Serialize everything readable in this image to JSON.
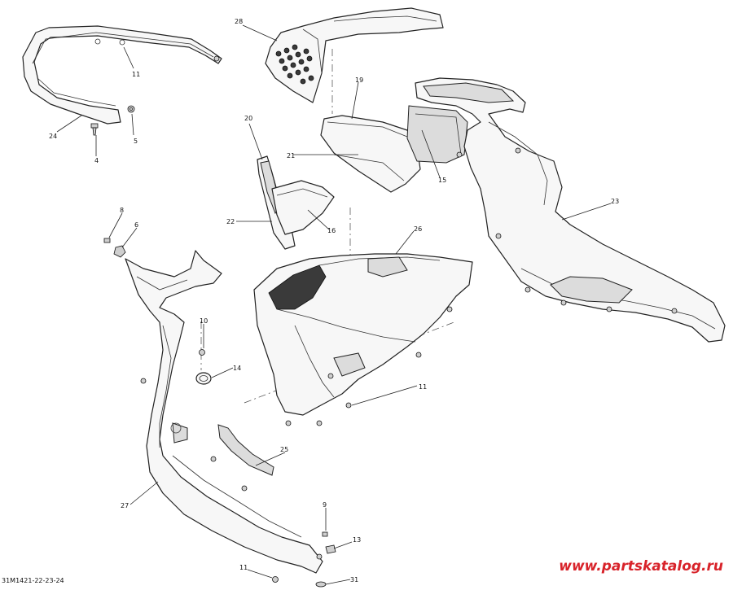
{
  "diagram": {
    "reference_code": "31M1421-22-23-24",
    "watermark": "www.partskatalog.ru",
    "watermark_color": "#d8232a",
    "callouts": {
      "c28": "28",
      "c11_top": "11",
      "c5": "5",
      "c4": "4",
      "c24": "24",
      "c19": "19",
      "c20": "20",
      "c21": "21",
      "c15": "15",
      "c22": "22",
      "c16": "16",
      "c23": "23",
      "c8": "8",
      "c6": "6",
      "c26": "26",
      "c10": "10",
      "c14": "14",
      "c11_mid": "11",
      "c25": "25",
      "c27": "27",
      "c9": "9",
      "c13": "13",
      "c11_bottom": "11",
      "c31": "31"
    }
  }
}
